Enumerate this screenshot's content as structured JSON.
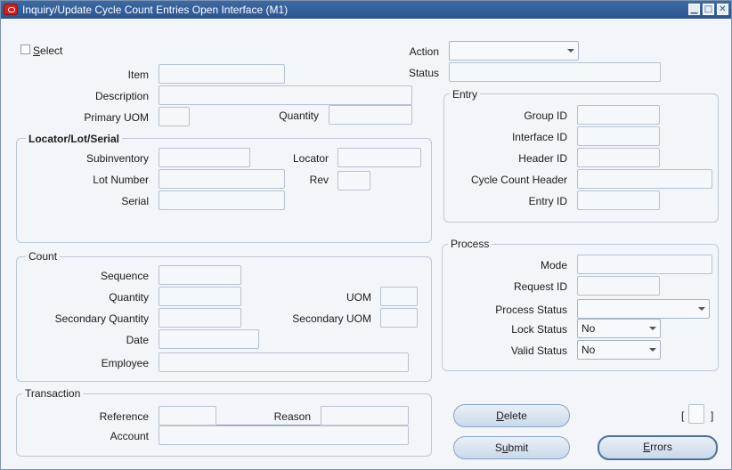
{
  "window": {
    "title": "Inquiry/Update Cycle Count Entries Open Interface (M1)",
    "controls": {
      "minimize": "▁",
      "maximize": "□",
      "close": "✕"
    }
  },
  "form": {
    "select_label": "Select",
    "select_mnemonic": "S",
    "select_rest": "elect",
    "item_label": "Item",
    "description_label": "Description",
    "primary_uom_label": "Primary UOM",
    "quantity_label": "Quantity",
    "action_label": "Action",
    "status_label": "Status"
  },
  "locator_group": {
    "title": "Locator/Lot/Serial",
    "subinventory_label": "Subinventory",
    "locator_label": "Locator",
    "lot_number_label": "Lot Number",
    "rev_label": "Rev",
    "serial_label": "Serial"
  },
  "entry_group": {
    "title": "Entry",
    "group_id_label": "Group ID",
    "interface_id_label": "Interface ID",
    "header_id_label": "Header ID",
    "cycle_count_header_label": "Cycle Count Header",
    "entry_id_label": "Entry ID"
  },
  "count_group": {
    "title": "Count",
    "sequence_label": "Sequence",
    "quantity_label": "Quantity",
    "uom_label": "UOM",
    "secondary_quantity_label": "Secondary Quantity",
    "secondary_uom_label": "Secondary UOM",
    "date_label": "Date",
    "employee_label": "Employee"
  },
  "process_group": {
    "title": "Process",
    "mode_label": "Mode",
    "request_id_label": "Request ID",
    "process_status_label": "Process Status",
    "lock_status_label": "Lock Status",
    "lock_status_value": "No",
    "valid_status_label": "Valid Status",
    "valid_status_value": "No"
  },
  "transaction_group": {
    "title": "Transaction",
    "reference_label": "Reference",
    "reason_label": "Reason",
    "account_label": "Account"
  },
  "buttons": {
    "delete_mnemonic": "D",
    "delete_rest": "elete",
    "submit_pre": "S",
    "submit_mnemonic": "u",
    "submit_rest": "bmit",
    "errors_mnemonic": "E",
    "errors_rest": "rrors"
  },
  "indicator": {
    "open_bracket": "[",
    "close_bracket": "]"
  }
}
